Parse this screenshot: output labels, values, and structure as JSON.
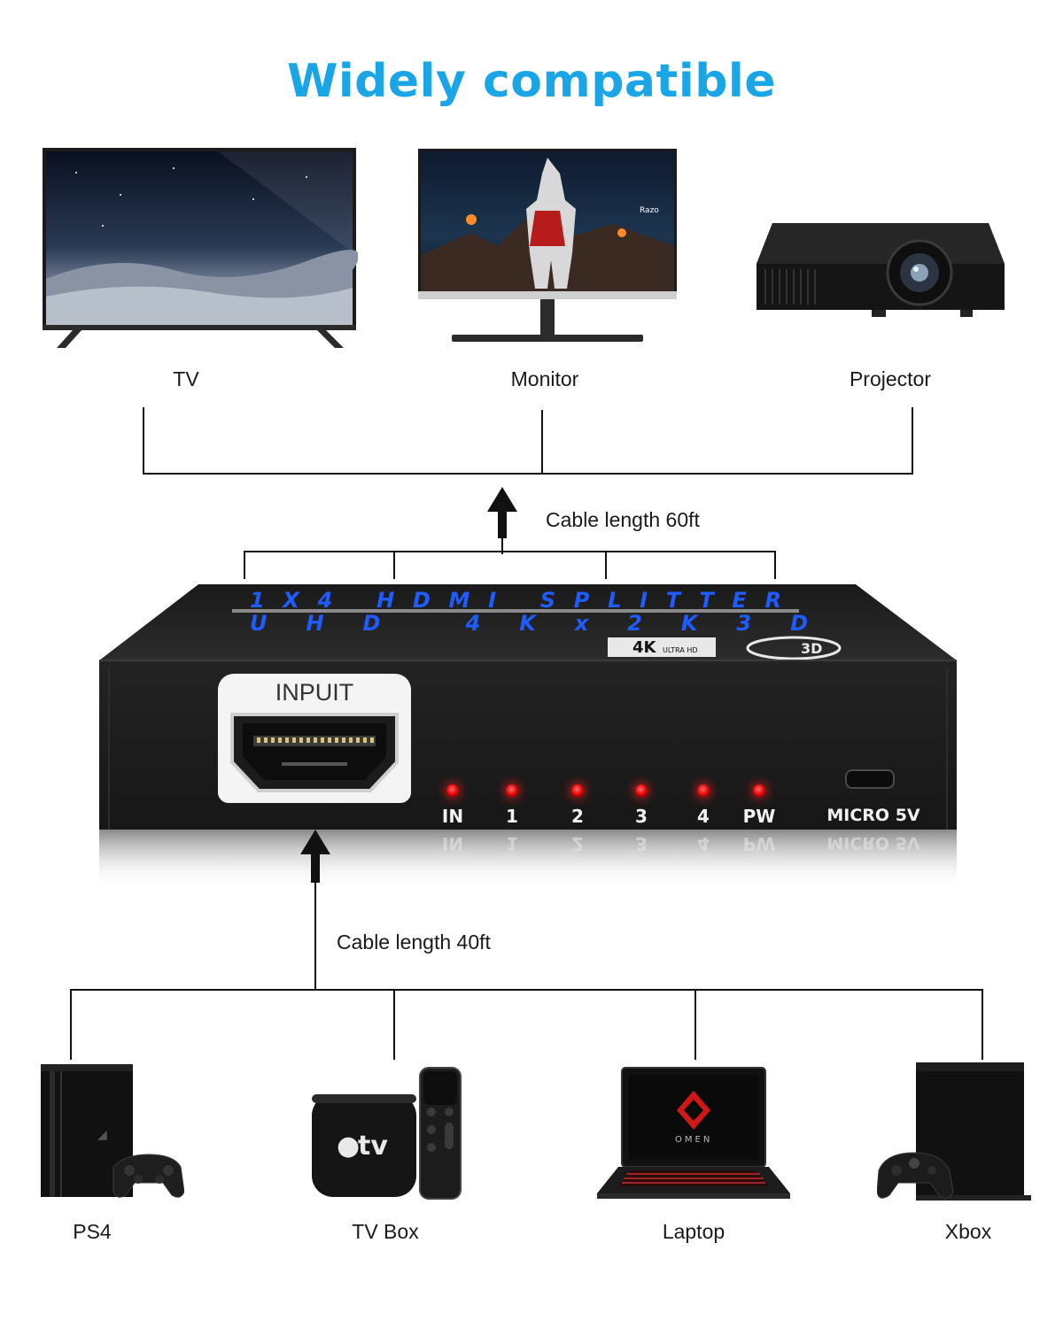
{
  "headline": "Widely compatible",
  "outputs": {
    "tv": "TV",
    "monitor": "Monitor",
    "projector": "Projector"
  },
  "cables": {
    "output_length": "Cable length 60ft",
    "input_length": "Cable length 40ft"
  },
  "splitter": {
    "top_line1": "1X4 HDMI SPLITTER",
    "top_line2": "UHD 4Kx2K3D",
    "badge_4k": "4K",
    "badge_4k_sub": "ULTRA HD",
    "badge_3d": "3D",
    "input_label": "INPUIT",
    "ports": [
      "IN",
      "1",
      "2",
      "3",
      "4",
      "PW"
    ],
    "micro_label": "MICRO 5V",
    "led_color": "#e10000"
  },
  "sources": {
    "ps4": "PS4",
    "tv_box": "TV Box",
    "laptop": "Laptop",
    "xbox": "Xbox"
  },
  "device_text": {
    "monitor_brand": "Razo",
    "appletv_logo": "tv",
    "laptop_brand": "OMEN"
  },
  "colors": {
    "headline": "#1aa6e6",
    "splitter_text": "#1f5cff"
  }
}
